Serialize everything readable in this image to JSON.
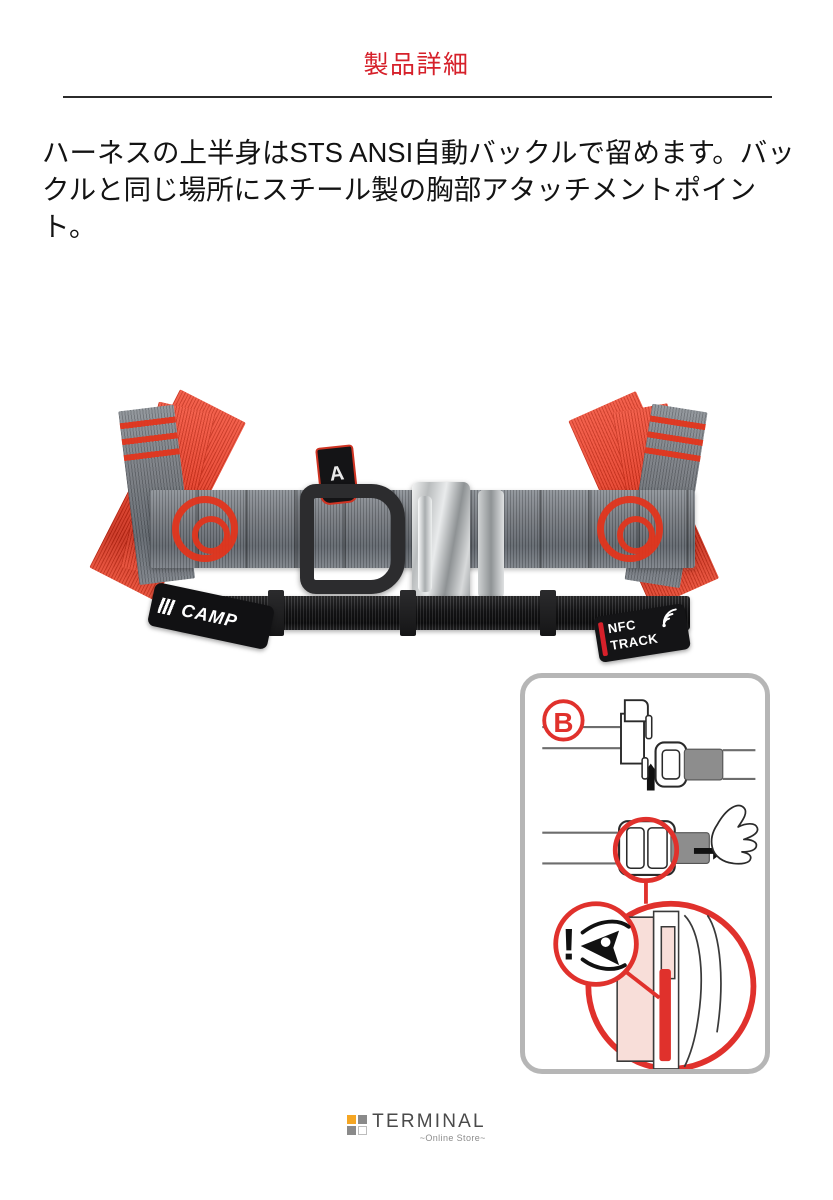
{
  "header": {
    "section_title": "製品詳細",
    "title_color": "#d6202a",
    "rule_color": "#2b2b2b"
  },
  "body": {
    "description": "ハーネスの上半身はSTS ANSI自動バックルで留めます。バックルと同じ場所にスチール製の胸部アタッチメントポイント。"
  },
  "product_photo": {
    "alt": "CAMP セーフティハーネス 胸部バックル部 クローズアップ",
    "brand_label": "CAMP",
    "a_tag_label": "A",
    "nfc_label_line1": "NFC",
    "nfc_label_line2": "TRACK",
    "colors": {
      "webbing_grey": "#74787e",
      "webbing_red": "#e3361f",
      "webbing_black": "#1c1c1e",
      "steel": "#c9cccd"
    }
  },
  "inset_panel": {
    "step_label": "B",
    "accent_color": "#d6202a",
    "border_color": "#b6b6b6",
    "warning_icon": "eye-warning-icon",
    "exclamation": "!"
  },
  "footer": {
    "brand_name": "TERMINAL",
    "brand_sub": "~Online Store~",
    "square_colors": {
      "top_left": "#f5a623",
      "top_right": "#8a8a8a",
      "bottom_left": "#8a8a8a",
      "bottom_right": "#ffffff"
    }
  }
}
